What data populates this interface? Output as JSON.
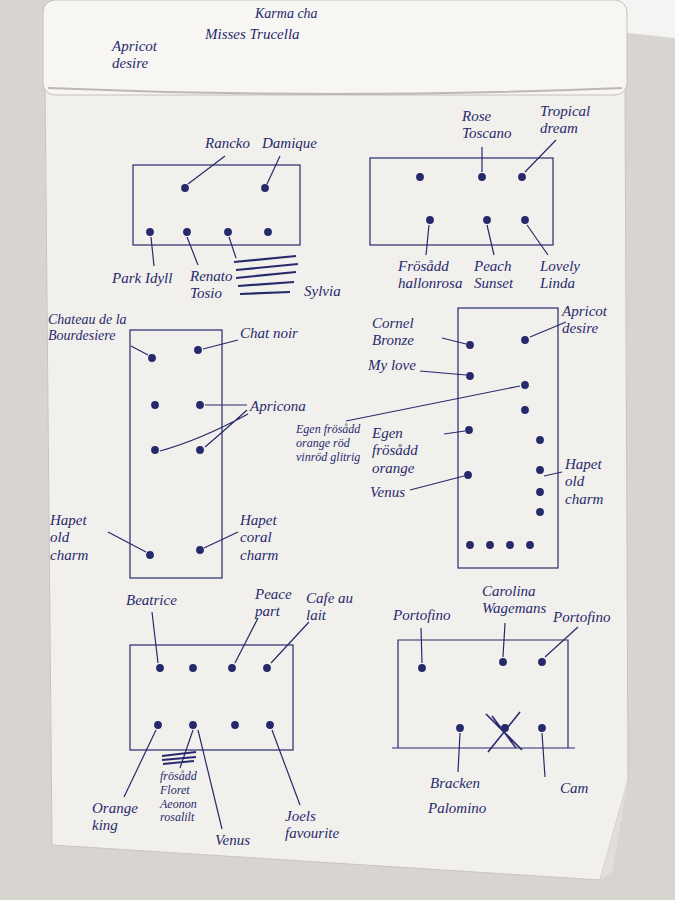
{
  "diagram": {
    "labels": [
      "Karma cha",
      "Misses Trucella",
      "Apricot desire",
      "Rancko",
      "Damique",
      "Park Idyll",
      "Renato Tosio",
      "Sylvia",
      "Rose Toscano",
      "Tropical dream",
      "Frösådd hallonrosa",
      "Peach Sunset",
      "Lovely Linda",
      "Chateau de la Bourdesiere",
      "Chat noir",
      "Apricona",
      "Hapet old charm",
      "Hapet coral charm",
      "Cornel Bronze",
      "My love",
      "Apricot desire",
      "Egen frösådd orange röd vinröd glitrig",
      "Egen frösådd orange",
      "Venus",
      "Hapet old charm",
      "Beatrice",
      "Peace part",
      "Cafe au lait",
      "Orange king",
      "frösådd Floret Aeonon rosalilt",
      "Venus",
      "Joels favourite",
      "Portofino",
      "Carolina Wagemans",
      "Portofino",
      "Bracken",
      "Palomino",
      "Cam"
    ]
  }
}
